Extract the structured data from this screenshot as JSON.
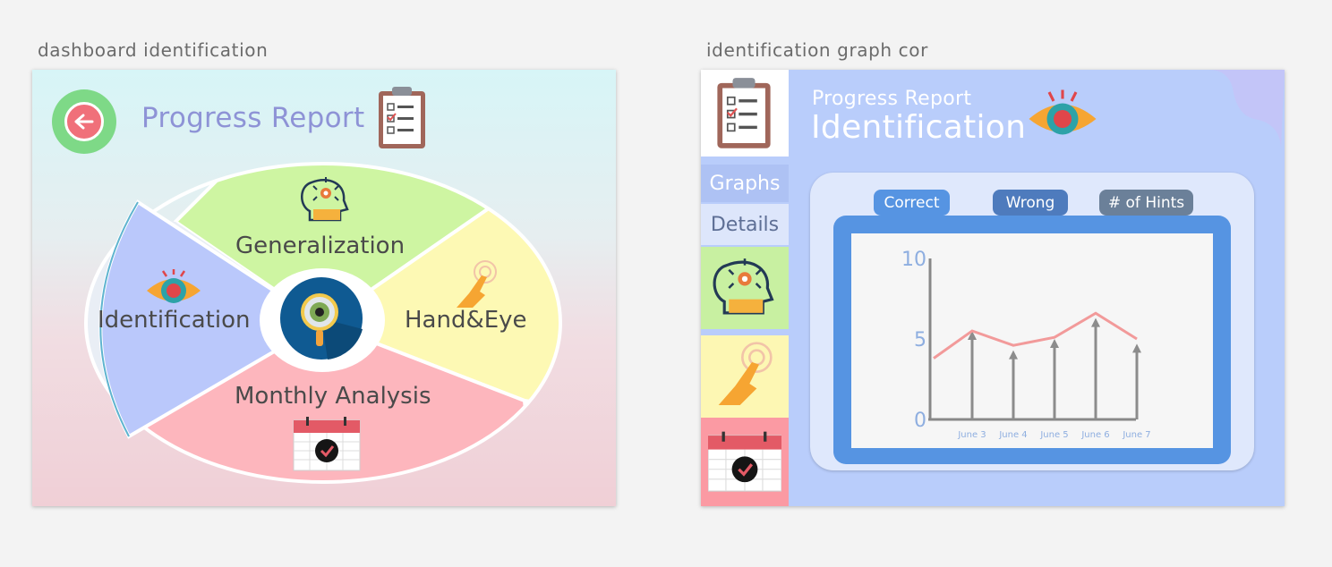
{
  "artboards": {
    "left_label": "dashboard identification",
    "right_label": "identification graph cor"
  },
  "dashboard": {
    "title": "Progress Report",
    "back_icon": "back-arrow-icon",
    "clipboard_icon": "clipboard-checklist-icon",
    "center_icon": "magnifier-eye-icon",
    "segments": {
      "generalization": "Generalization",
      "hand_eye": "Hand&Eye",
      "identification": "Identification",
      "monthly": "Monthly Analysis"
    },
    "colors": {
      "generalization": "#cef5a2",
      "hand_eye": "#fdf9b4",
      "identification": "#bac8fb",
      "monthly": "#fdb6bd"
    }
  },
  "detail": {
    "title_small": "Progress Report",
    "title_big": "Identification",
    "sidebar": {
      "graphs": "Graphs",
      "details": "Details"
    },
    "legend": {
      "correct": "Correct",
      "wrong": "Wrong",
      "hints": "# of Hints"
    }
  },
  "chart_data": {
    "type": "line",
    "categories": [
      "June 3",
      "June 4",
      "June 5",
      "June 6",
      "June 7"
    ],
    "y_ticks": [
      "0",
      "5",
      "10"
    ],
    "ylim": [
      0,
      10
    ],
    "series": [
      {
        "values": [
          3.8,
          5.5,
          4.6,
          5.1,
          6.6,
          5.0
        ],
        "color": "#f29a9a"
      }
    ],
    "arrow_values": [
      5.5,
      4.3,
      5.0,
      6.3,
      4.7
    ]
  }
}
